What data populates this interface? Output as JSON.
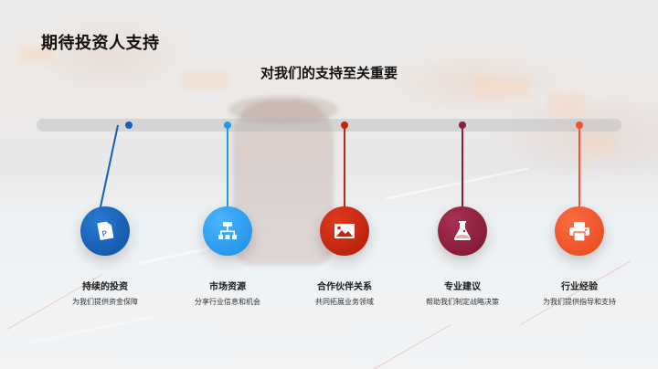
{
  "slide": {
    "title": "期待投资人支持",
    "subtitle": "对我们的支持至关重要"
  },
  "timeline": {
    "items": [
      {
        "label": "持续的投资",
        "description": "为我们提供资金保障",
        "icon": "document-p-icon",
        "color": "#1560b8"
      },
      {
        "label": "市场资源",
        "description": "分享行业信息和机会",
        "icon": "hierarchy-icon",
        "color": "#1e9cf0"
      },
      {
        "label": "合作伙伴关系",
        "description": "共同拓展业务领域",
        "icon": "image-icon",
        "color": "#c4240e"
      },
      {
        "label": "专业建议",
        "description": "帮助我们制定战略决策",
        "icon": "flask-icon",
        "color": "#8c1f3a"
      },
      {
        "label": "行业经验",
        "description": "为我们提供指导和支持",
        "icon": "printer-icon",
        "color": "#f2542a"
      }
    ]
  }
}
